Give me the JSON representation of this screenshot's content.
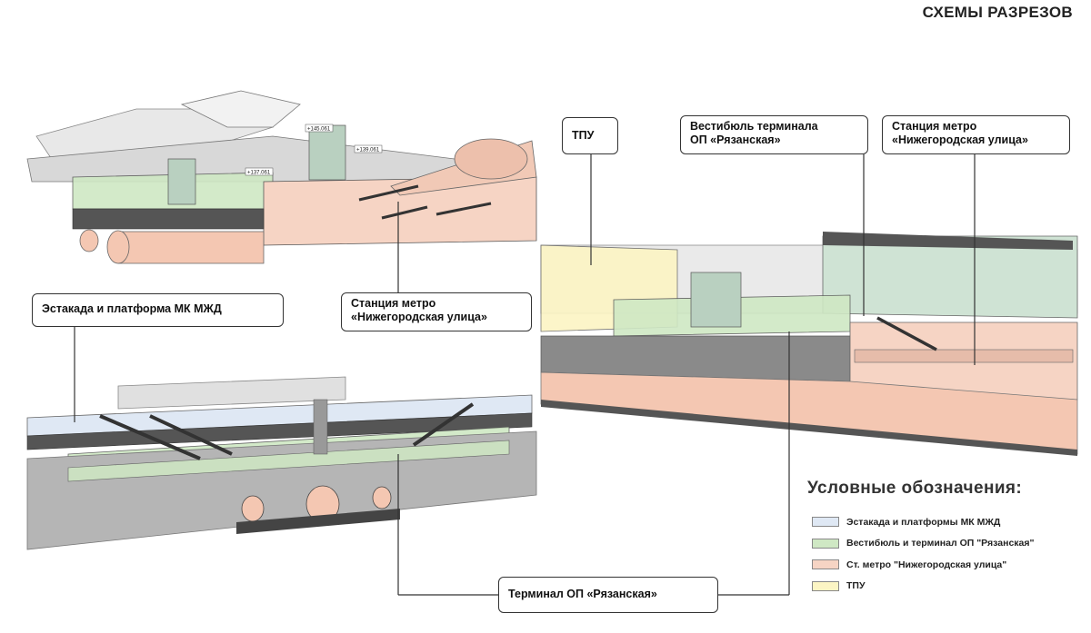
{
  "page_title": "СХЕМЫ РАЗРЕЗОВ",
  "callouts": {
    "tpu": [
      "ТПУ"
    ],
    "vestibule": [
      "Вестибюль терминала",
      "ОП «Рязанская»"
    ],
    "metro_right": [
      "Станция метро",
      "«Нижегородская улица»"
    ],
    "metro_left": [
      "Станция метро",
      "«Нижегородская улица»"
    ],
    "estakada": [
      "Эстакада и платформа МК МЖД"
    ],
    "terminal": [
      "Терминал ОП «Рязанская»"
    ]
  },
  "elevation_marks": [
    "+145.061",
    "+139.061",
    "+137.061"
  ],
  "legend": {
    "title": "Условные обозначения:",
    "items": [
      {
        "label": "Эстакада и платформы МК МЖД",
        "color": "#dfe8f4"
      },
      {
        "label": "Вестибюль и терминал ОП \"Рязанская\"",
        "color": "#cfe8c4"
      },
      {
        "label": "Ст. метро \"Нижегородская улица\"",
        "color": "#f6d4c4"
      },
      {
        "label": "ТПУ",
        "color": "#fcf5c4"
      }
    ]
  }
}
